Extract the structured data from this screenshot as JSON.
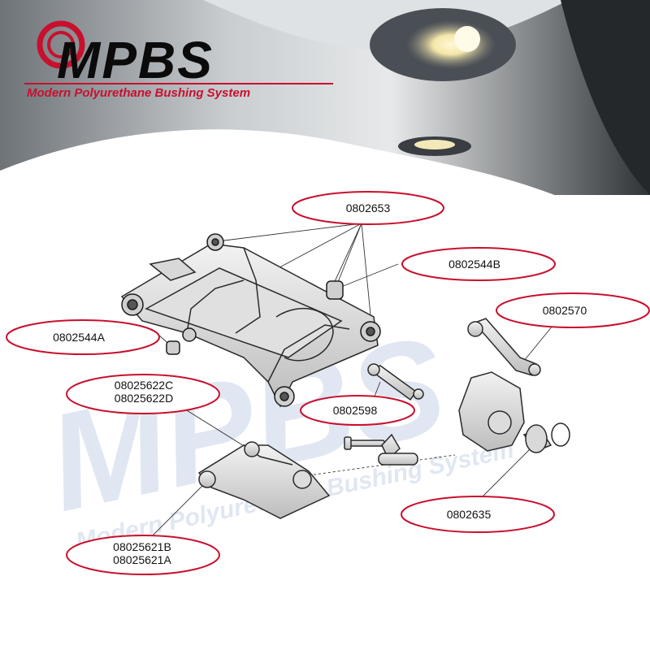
{
  "brand": {
    "logo_text": "MPBS",
    "tagline": "Modern Polyurethane Bushing System",
    "accent_color": "#c8102e"
  },
  "watermark": {
    "logo_text": "MPBS",
    "tagline": "Modern Polyurethane Bushing System"
  },
  "parts": {
    "p0802653": {
      "line1": "0802653"
    },
    "p0802544B": {
      "line1": "0802544B"
    },
    "p0802570": {
      "line1": "0802570"
    },
    "p0802544A": {
      "line1": "0802544A"
    },
    "p08025622": {
      "line1": "08025622C",
      "line2": "08025622D"
    },
    "p0802598": {
      "line1": "0802598"
    },
    "p0802635": {
      "line1": "0802635"
    },
    "p08025621": {
      "line1": "08025621B",
      "line2": "08025621A"
    }
  }
}
